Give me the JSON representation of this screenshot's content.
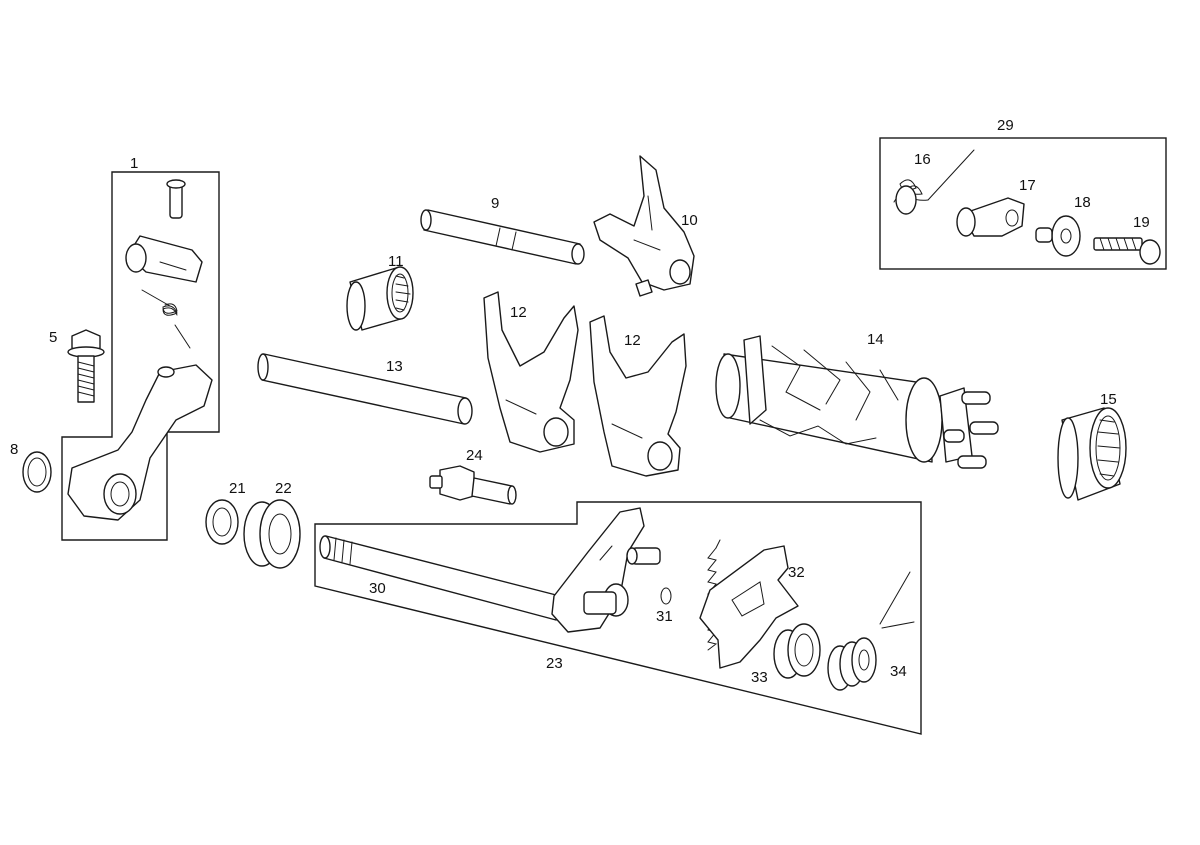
{
  "callouts": {
    "c1": "1",
    "c5": "5",
    "c8": "8",
    "c9": "9",
    "c10": "10",
    "c11": "11",
    "c12a": "12",
    "c12b": "12",
    "c13": "13",
    "c14": "14",
    "c15": "15",
    "c16": "16",
    "c17": "17",
    "c18": "18",
    "c19": "19",
    "c21": "21",
    "c22": "22",
    "c23": "23",
    "c24": "24",
    "c29": "29",
    "c30": "30",
    "c31": "31",
    "c32": "32",
    "c33": "33",
    "c34": "34"
  },
  "colors": {
    "line": "#1a1a1a",
    "background": "#ffffff"
  }
}
